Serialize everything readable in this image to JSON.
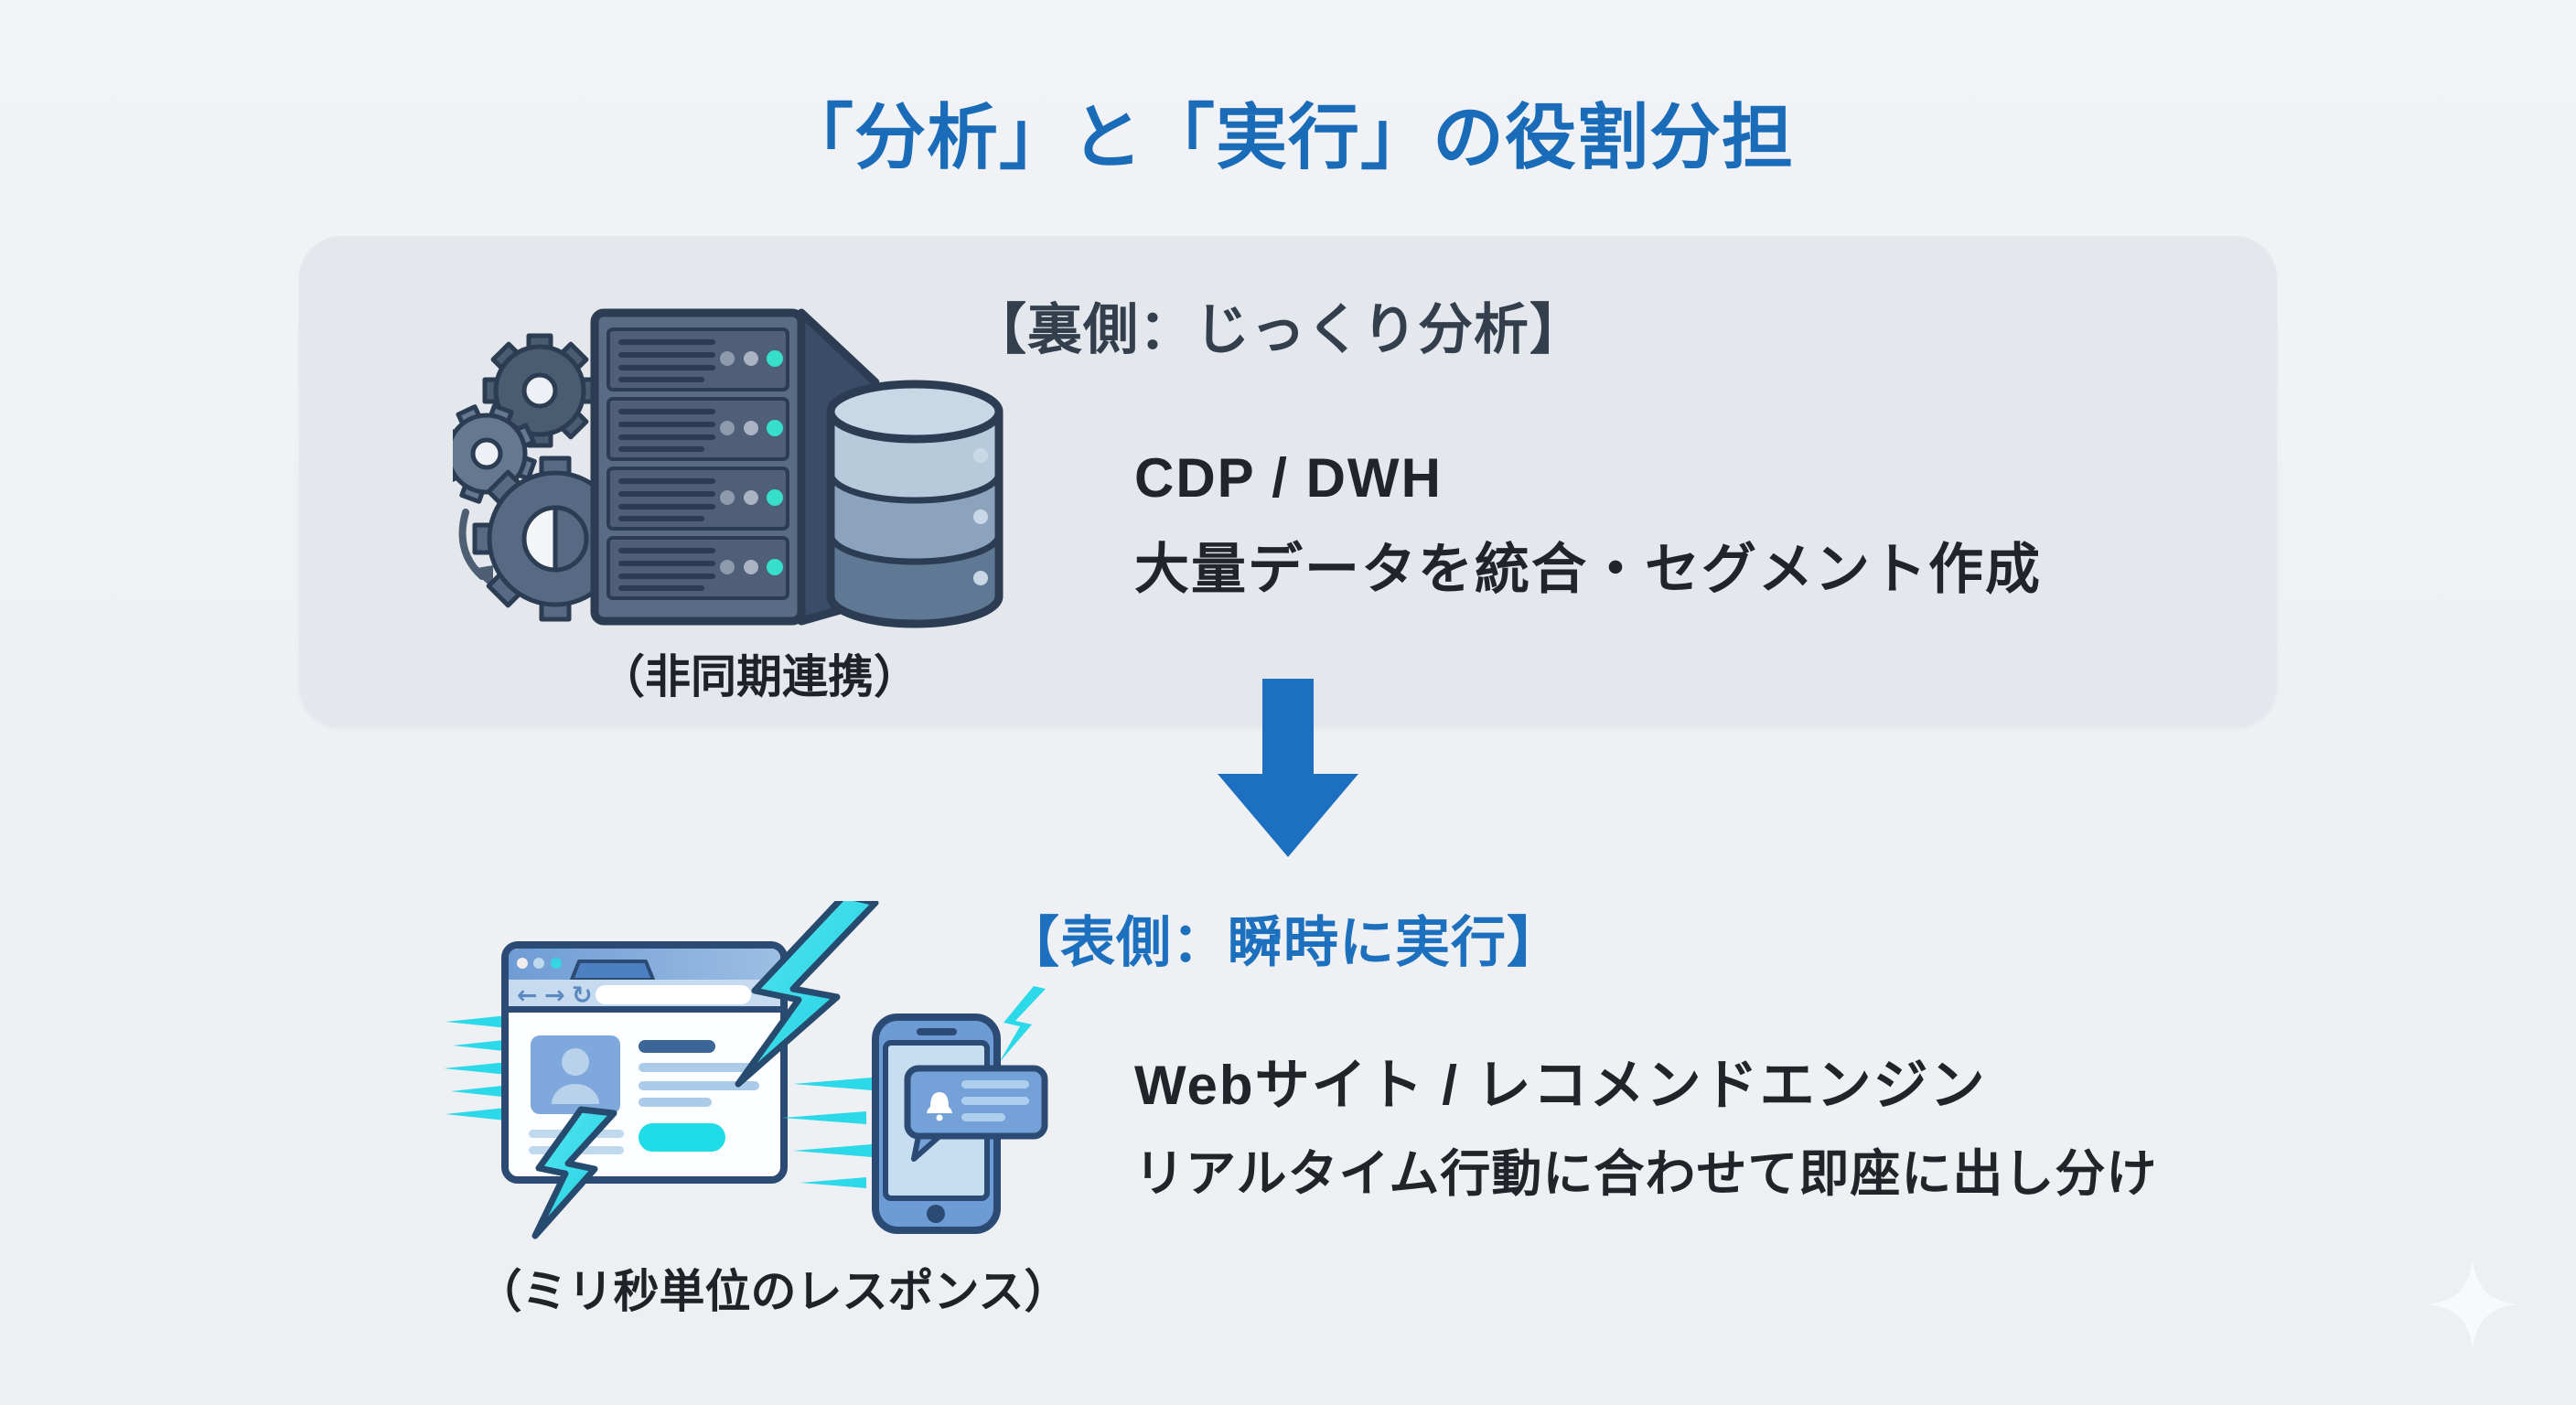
{
  "title": "「分析」と「実行」の役割分担",
  "colors": {
    "accent_blue": "#1A6CB8",
    "heading_dark": "#333F4D",
    "front_blue": "#1C70BE",
    "arrow_blue": "#1D6FBF",
    "panel_gray": "#E4E7EB",
    "background": "#EFF1F5",
    "lightning_cyan": "#2BD9E8",
    "status_teal": "#35DFC9",
    "body_text": "#212529"
  },
  "back_section": {
    "heading": "【裏側：じっくり分析】",
    "lines": [
      "CDP / DWH",
      "大量データを統合・セグメント作成"
    ],
    "caption": "（非同期連携）",
    "icon": "server-database-gears-icon"
  },
  "front_section": {
    "heading": "【表側：瞬時に実行】",
    "lines": [
      "Webサイト / レコメンドエンジン",
      "リアルタイム行動に合わせて即座に出し分け"
    ],
    "caption": "（ミリ秒単位のレスポンス）",
    "icon": "browser-smartphone-lightning-icon"
  },
  "browser_nav_glyphs": [
    "←",
    "→",
    "↻"
  ],
  "decor": {
    "down_arrow": "down-arrow-icon",
    "sparkle": "sparkle-icon"
  }
}
